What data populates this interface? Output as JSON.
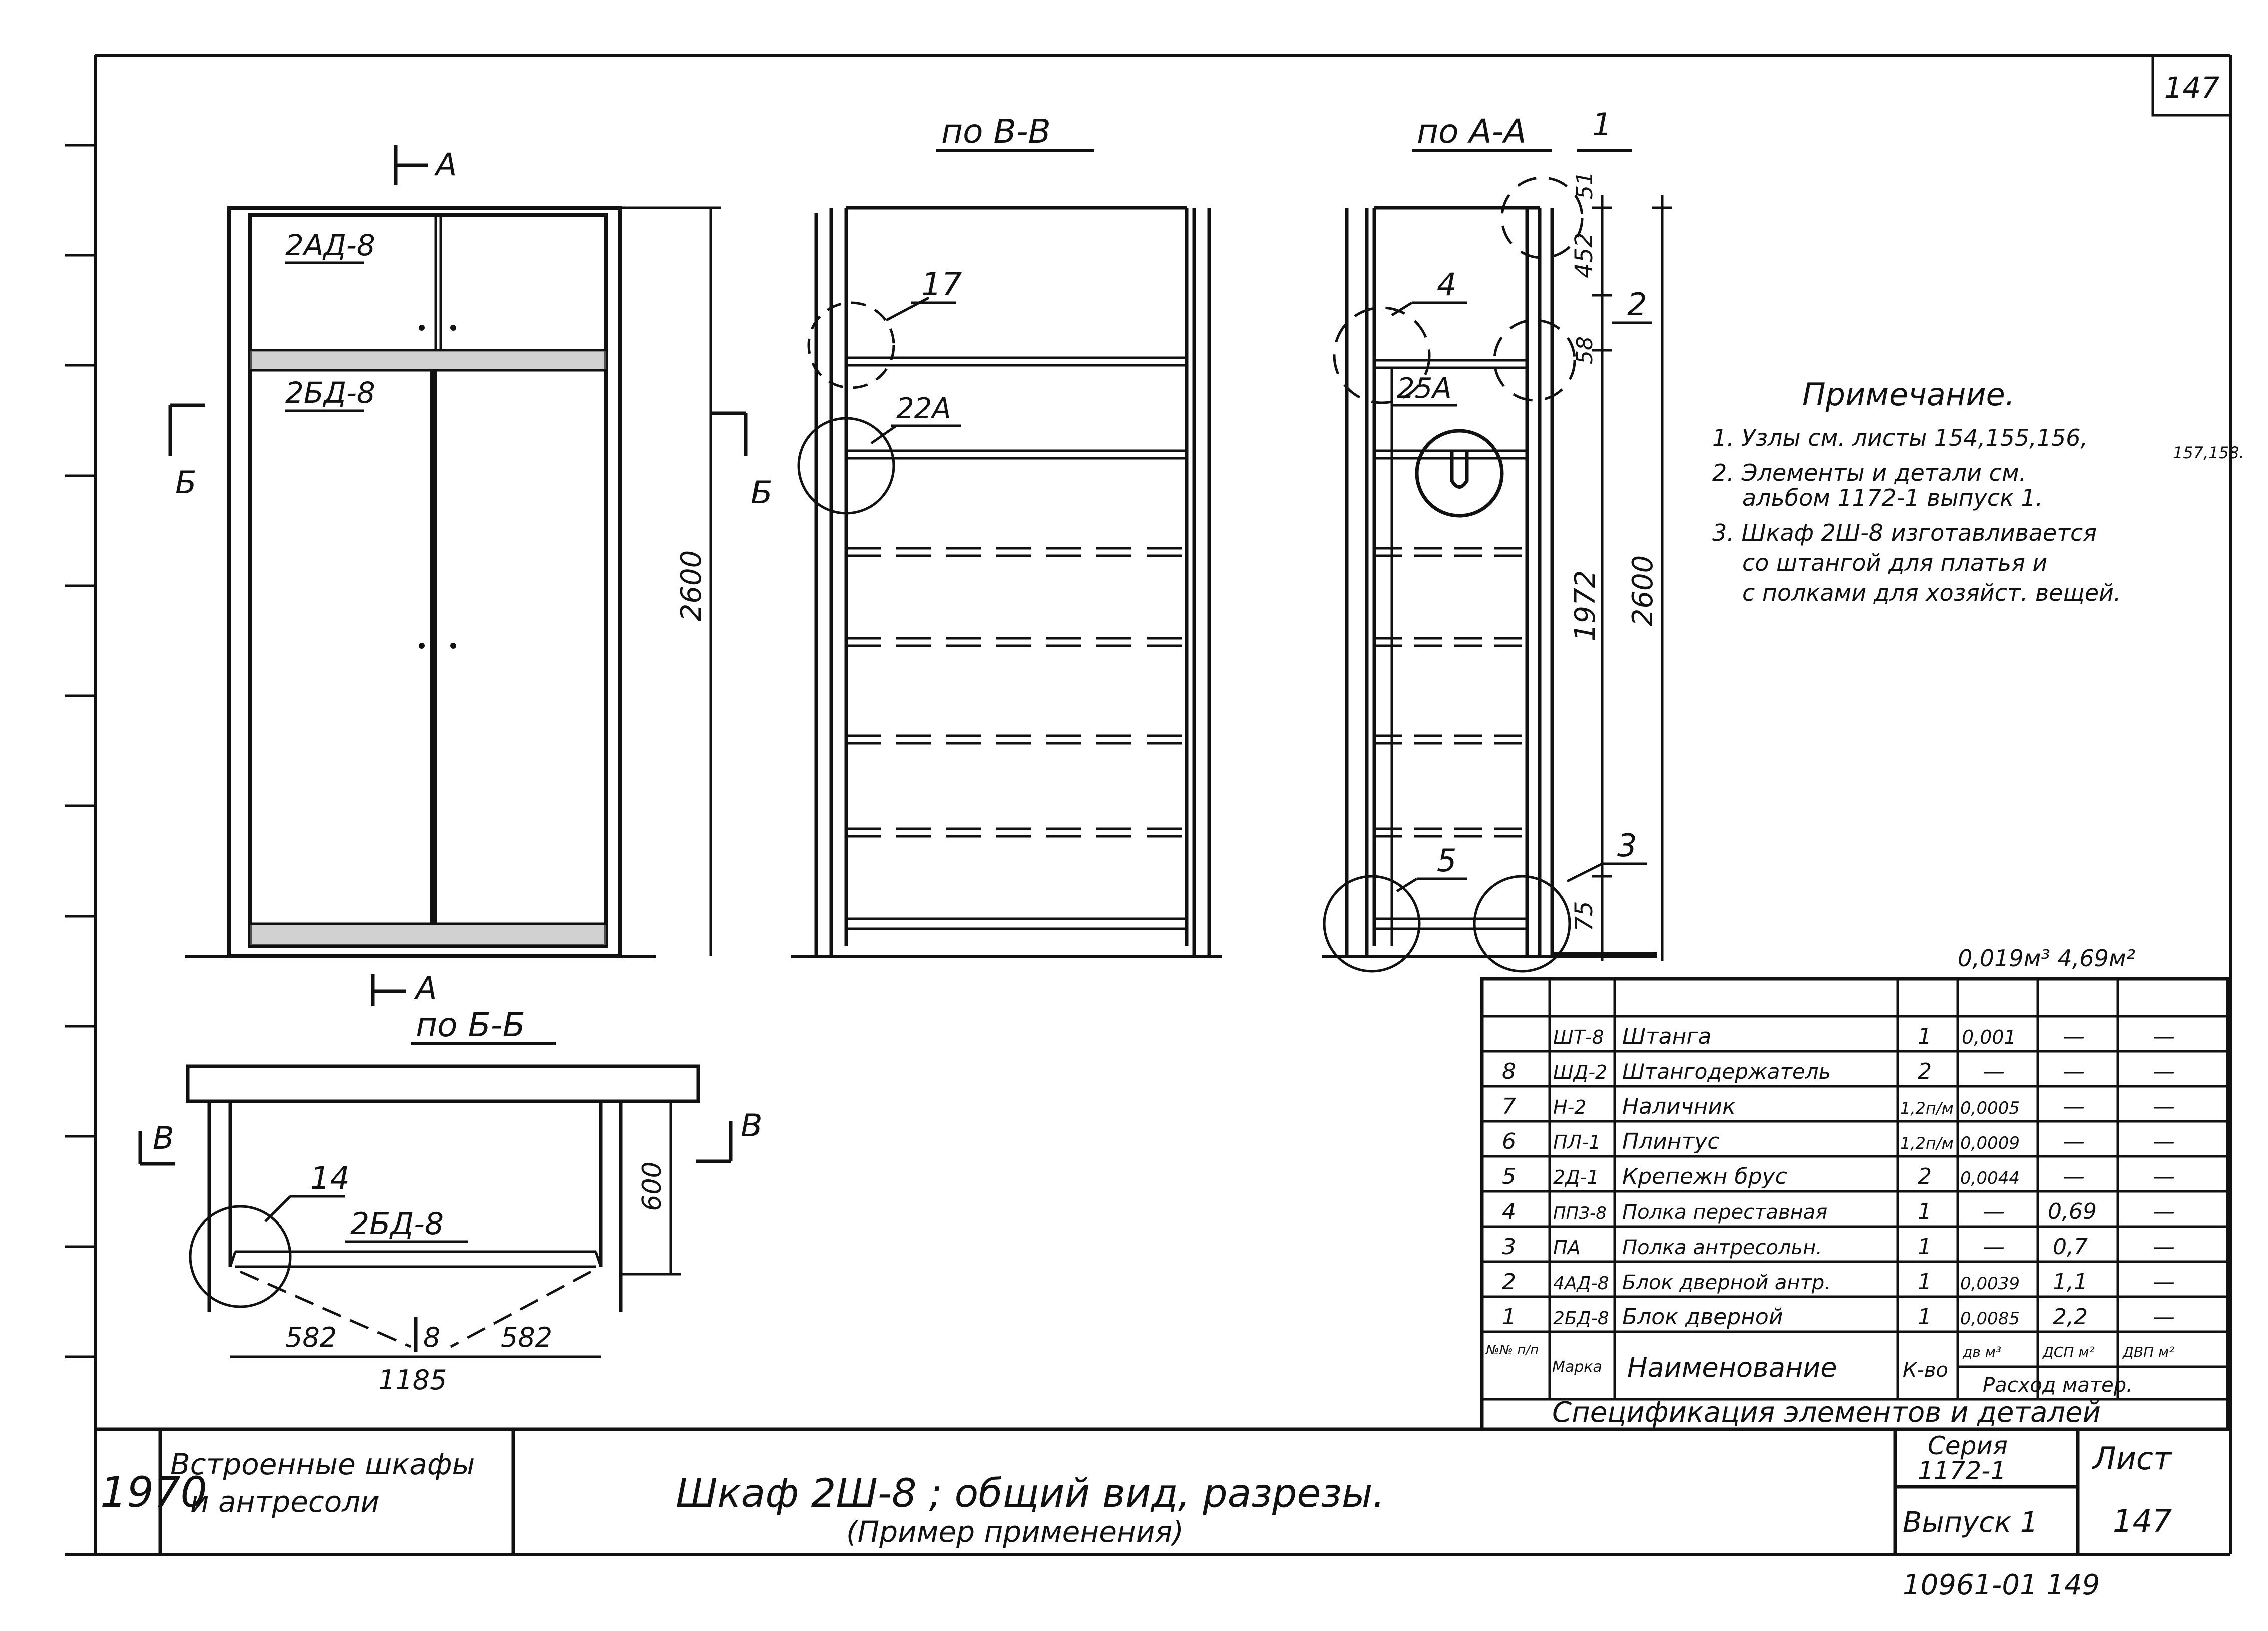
{
  "sheet": {
    "number_corner": "147",
    "view_labels": {
      "section_vv": "по В-В",
      "section_aa": "по А-А",
      "section_bb": "по Б-Б"
    },
    "cut_marks": {
      "a_top": "А",
      "a_bottom": "А",
      "b_left_front": "Б",
      "b_left_mid": "Б",
      "v_left": "В",
      "v_right": "В"
    },
    "front_view": {
      "upper_door": "2АД-8",
      "lower_door": "2БД-8",
      "height_dim": "2600"
    },
    "section_vv": {
      "callout_17": "17",
      "label_22a": "22А"
    },
    "section_aa": {
      "callout_1": "1",
      "callout_2": "2",
      "callout_3": "3",
      "callout_4": "4",
      "callout_5": "5",
      "label_25a": "25А",
      "dim_51": "51",
      "dim_452": "452",
      "dim_58": "58",
      "dim_1972": "1972",
      "dim_2600": "2600",
      "dim_75": "75"
    },
    "plan_view": {
      "callout_14": "14",
      "door_label": "2БД-8",
      "depth_dim": "600",
      "left_dim": "582",
      "center_dim": "8",
      "right_dim": "582",
      "total_dim": "1185"
    },
    "notes": {
      "title": "Примечание.",
      "items": [
        "1. Узлы см. листы 154,155,156,",
        "157,158.",
        "2. Элементы и детали см.",
        "альбом 1172-1 выпуск 1.",
        "3. Шкаф 2Ш-8 изготавливается",
        "со штангой для платья и",
        "с полками для хозяйст. вещей."
      ]
    },
    "spec_totals": "0,019м³  4,69м²",
    "spec_table": {
      "header": {
        "num": "№№ п/п",
        "mark": "Марка",
        "name": "Наименование",
        "qty": "К-во",
        "c1": "дв м³",
        "c2": "ДСП м²",
        "c3": "ДВП м²",
        "consumption": "Расход матер."
      },
      "rows": [
        {
          "num": "",
          "mark": "ШТ-8",
          "name": "Штанга",
          "qty": "1",
          "c1": "0,001",
          "c2": "—",
          "c3": "—"
        },
        {
          "num": "8",
          "mark": "ШД-2",
          "name": "Штангодержатель",
          "qty": "2",
          "c1": "—",
          "c2": "—",
          "c3": "—"
        },
        {
          "num": "7",
          "mark": "Н-2",
          "name": "Наличник",
          "qty": "1,2п/м",
          "c1": "0,0005",
          "c2": "—",
          "c3": "—"
        },
        {
          "num": "6",
          "mark": "ПЛ-1",
          "name": "Плинтус",
          "qty": "1,2п/м",
          "c1": "0,0009",
          "c2": "—",
          "c3": "—"
        },
        {
          "num": "5",
          "mark": "2Д-1",
          "name": "Крепежн брус",
          "qty": "2",
          "c1": "0,0044",
          "c2": "—",
          "c3": "—"
        },
        {
          "num": "4",
          "mark": "ППЗ-8",
          "name": "Полка переставная",
          "qty": "1",
          "c1": "—",
          "c2": "0,69",
          "c3": "—"
        },
        {
          "num": "3",
          "mark": "ПА",
          "name": "Полка антресольн.",
          "qty": "1",
          "c1": "—",
          "c2": "0,7",
          "c3": "—"
        },
        {
          "num": "2",
          "mark": "4АД-8",
          "name": "Блок дверной антр.",
          "qty": "1",
          "c1": "0,0039",
          "c2": "1,1",
          "c3": "—"
        },
        {
          "num": "1",
          "mark": "2БД-8",
          "name": "Блок дверной",
          "qty": "1",
          "c1": "0,0085",
          "c2": "2,2",
          "c3": "—"
        }
      ],
      "caption": "Спецификация элементов и деталей"
    },
    "title_block": {
      "year": "1970",
      "org_line1": "Встроенные шкафы",
      "org_line2": "и антресоли",
      "title": "Шкаф 2Ш-8 ; общий вид, разрезы.",
      "subtitle": "(Пример применения)",
      "series_label": "Серия",
      "series_value": "1172-1",
      "issue": "Выпуск 1",
      "sheet_label": "Лист",
      "sheet_value": "147"
    },
    "stamp": "10961-01  149"
  }
}
